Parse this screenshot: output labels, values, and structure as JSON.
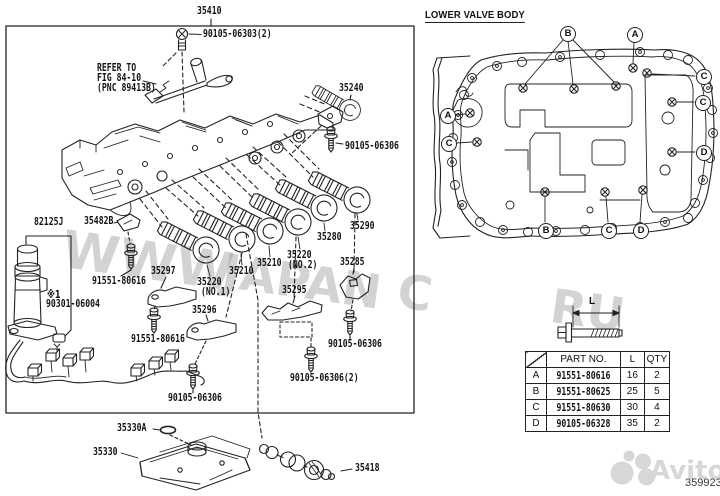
{
  "figure_code": "359923",
  "main_assembly": {
    "label": "35410",
    "refer_note": "REFER TO\nFIG 84-10\n(PNC 89413B)",
    "note_symbol": "※1",
    "note_part_number": "90301-06004"
  },
  "part_labels": {
    "bolt_top": "90105-06303(2)",
    "solenoid_assy": "35240",
    "bolt_35240": "90105-06306",
    "wire_harness": "82125J",
    "clamp": "35482B",
    "bolt_91551_a": "91551-80616",
    "bracket_35297": "35297",
    "solenoid_no1": "35220",
    "solenoid_no1_sub": "(NO.1)",
    "bracket_35296": "35296",
    "solenoid_35210_a": "35210",
    "solenoid_35210_b": "35210",
    "solenoid_no2": "35220",
    "solenoid_no2_sub": "(NO.2)",
    "solenoid_35280": "35280",
    "solenoid_35290": "35290",
    "bracket_35285": "35285",
    "bracket_35295": "35295",
    "bolt_91551_b": "91551-80616",
    "bolt_06306_left": "90105-06306",
    "bolt_06306_right": "90105-06306",
    "bolt_06306_2": "90105-06306(2)",
    "oring": "35330A",
    "strainer": "35330",
    "shaft": "35418"
  },
  "valve_body_view": {
    "title": "LOWER VALVE BODY",
    "callouts": [
      "B",
      "A",
      "C",
      "C",
      "D",
      "A",
      "C",
      "B",
      "C",
      "D"
    ]
  },
  "bolt_table": {
    "headers": {
      "part_no": "PART NO.",
      "length": "L",
      "qty": "QTY"
    },
    "dim_label": "L",
    "rows": [
      {
        "ref": "A",
        "part_no": "91551-80616",
        "length": "16",
        "qty": "2"
      },
      {
        "ref": "B",
        "part_no": "91551-80625",
        "length": "25",
        "qty": "5"
      },
      {
        "ref": "C",
        "part_no": "91551-80630",
        "length": "30",
        "qty": "4"
      },
      {
        "ref": "D",
        "part_no": "90105-06328",
        "length": "35",
        "qty": "2"
      }
    ]
  },
  "watermark": {
    "segments": [
      "WWW",
      "JAPAN",
      "C",
      "RU"
    ],
    "brand": "Avito"
  }
}
